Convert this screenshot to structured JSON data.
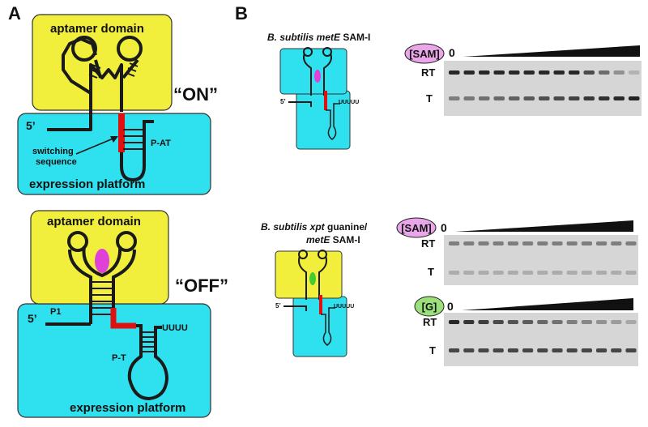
{
  "panel_a": {
    "letter": "A",
    "on": {
      "aptamer_label": "aptamer domain",
      "state_label": "“ON”",
      "five_prime": "5’",
      "switching_label_1": "switching",
      "switching_label_2": "sequence",
      "stem_label": "P-AT",
      "platform_label": "expression platform"
    },
    "off": {
      "aptamer_label": "aptamer domain",
      "state_label": "“OFF”",
      "five_prime": "5’",
      "p1_label": "P1",
      "stem_label": "P-T",
      "uuuu": "UUUU",
      "platform_label": "expression platform"
    }
  },
  "panel_b": {
    "letter": "B",
    "construct1": {
      "title_italic": "B. subtilis metE",
      "title_rest": " SAM-I",
      "five_prime": "5’",
      "uuuu": "UUUUU"
    },
    "construct2": {
      "title_line1_italic": "B. subtilis xpt",
      "title_line1_rest": " guanine/",
      "title_line2_italic": "metE",
      "title_line2_rest": " SAM-I",
      "five_prime": "5’",
      "uuuu": "UUUUU"
    },
    "gel1": {
      "ligand": "[SAM]",
      "zero": "0",
      "rt": "RT",
      "t": "T"
    },
    "gel2": {
      "ligand": "[SAM]",
      "zero": "0",
      "rt": "RT",
      "t": "T"
    },
    "gel3": {
      "ligand": "[G]",
      "zero": "0",
      "rt": "RT",
      "t": "T"
    }
  },
  "colors": {
    "aptamer": "#f2ef3c",
    "platform": "#2fe0ee",
    "switch": "#e01010",
    "sam": "#e040d8",
    "guanine": "#44cc33",
    "sam_tag": "#e9a6e8",
    "g_tag": "#9be07a"
  }
}
